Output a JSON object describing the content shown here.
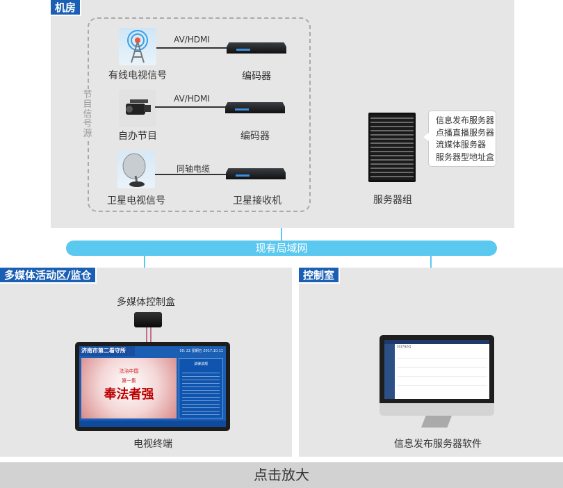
{
  "machine_room": {
    "title": "机房",
    "source_group_label": "节目信号源",
    "rows": [
      {
        "source": "有线电视信号",
        "link": "AV/HDMI",
        "device": "编码器",
        "icon": "antenna-tower-icon"
      },
      {
        "source": "自办节目",
        "link": "AV/HDMI",
        "device": "编码器",
        "icon": "video-camera-icon"
      },
      {
        "source": "卫星电视信号",
        "link": "同轴电缆",
        "device": "卫星接收机",
        "icon": "satellite-dish-icon"
      }
    ],
    "server": {
      "label": "服务器组",
      "services": [
        "信息发布服务器",
        "点播直播服务器",
        "流媒体服务器",
        "服务器型地址盒"
      ]
    }
  },
  "network": {
    "label": "现有局域网"
  },
  "multimedia_area": {
    "title": "多媒体活动区/监仓",
    "control_box_label": "多媒体控制盒",
    "terminal_label": "电视终端",
    "screen": {
      "header": "济南市第二看守所",
      "datetime": "16: 22  星期五  2017.10.11",
      "side_title": "法律法规",
      "banner_top": "法治中国",
      "episode": "第一集",
      "headline": "奉法者强"
    }
  },
  "control_room": {
    "title": "控制室",
    "software_label": "信息发布服务器软件",
    "screen_date": "2017年6月"
  },
  "footer": {
    "label": "点击放大"
  },
  "colors": {
    "tag_blue": "#1a5fb4",
    "pipe": "#5bc8f0",
    "panel": "#e6e6e6"
  }
}
